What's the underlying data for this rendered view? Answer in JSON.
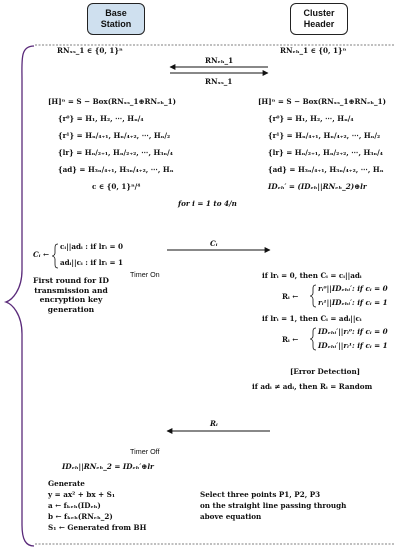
{
  "base_station": {
    "line1": "Base",
    "line2": "Station"
  },
  "cluster_header": {
    "line1": "Cluster",
    "line2": "Header"
  },
  "bs_nonce": "RNₓₛ_1 ∈ {0, 1}ⁿ",
  "ch_nonce": "RNₑₕ_1 ∈ {0, 1}ⁿ",
  "msg_rn_ch": "RNₑₕ_1",
  "msg_rn_bs": "RNₓₛ_1",
  "left": {
    "h": "[H]ⁿ = S − Box(RNₓₛ_1⊕RNₑₕ_1)",
    "r0": "{r⁰} = H₁, H₂, ⋯, Hₙ/₄",
    "r1": "{r¹} = Hₙ/₄₊₁, Hₙ/₄₊₂, ⋯, Hₙ/₂",
    "lr": "{lr} = Hₙ/₂₊₁, Hₙ/₂₊₂, ⋯, H₃ₙ/₄",
    "ad": "{ad} = H₃ₙ/₄₊₁, H₃ₙ/₄₊₂, ⋯, Hₙ",
    "c": "c ∈ {0, 1}ⁿ/⁴"
  },
  "right": {
    "h": "[H]ⁿ = S − Box(RNₓₛ_1⊕RNₑₕ_1)",
    "r0": "{r⁰} = H₁, H₂, ⋯, Hₙ/₄",
    "r1": "{r¹} = Hₙ/₄₊₁, Hₙ/₄₊₂, ⋯, Hₙ/₂",
    "lr": "{lr} = Hₙ/₂₊₁, Hₙ/₂₊₂, ⋯, H₃ₙ/₄",
    "ad": "{ad} = H₃ₙ/₄₊₁, H₃ₙ/₄₊₂, ⋯, Hₙ",
    "id": "IDₑₕ′ = (IDₑₕ||RNₑₕ_2)⊕lr"
  },
  "loop": "for i = 1 to 4/n",
  "ci_def1": "cᵢ||adᵢ :  if  lrᵢ = 0",
  "ci_def2": "adᵢ||cᵢ :  if  lrᵢ = 1",
  "ci_prefix": "Cᵢ ←",
  "timer_on": "Timer On",
  "msg_ci": "Cᵢ",
  "round_label": "First round for ID transmission and encryption key generation",
  "ch_proc": {
    "case0": "if lrᵢ = 0, then Cᵢ = cᵢ||adᵢ",
    "r_prefix0": "Rᵢ ←",
    "case0_a": "rᵢ⁰||IDₑₕᵢ′:  if  cᵢ = 0",
    "case0_b": "rᵢ¹||IDₑₕᵢ′:  if  cᵢ = 1",
    "case1": "if lrᵢ = 1, then Cᵢ = adᵢ||cᵢ",
    "r_prefix1": "Rᵢ ←",
    "case1_a": "IDₑₕᵢ′||rᵢ⁰:  if  cᵢ = 0",
    "case1_b": "IDₑₕᵢ′||rᵢ¹:  if  cᵢ = 1",
    "error_title": "[Error Detection]",
    "error_rule": "if adᵢ ≠ adᵢ, then Rᵢ = Random"
  },
  "msg_ri": "Rᵢ",
  "timer_off": "Timer Off",
  "recover": "IDₑₕ||RNₑₕ_2 = IDₑₕ′⊕lr",
  "generate": {
    "title": "Generate",
    "y": "y = ax² + bx + S₁",
    "a": "a ← fₖₑₕ(IDₑₕ)",
    "b": "b ← fₖₑₕ(RNₑₕ_2)",
    "s": "S₁ ← Generated from BH"
  },
  "select": {
    "l1": "Select three points P1, P2, P3",
    "l2": "on the straight line passing through",
    "l3": "above equation"
  }
}
